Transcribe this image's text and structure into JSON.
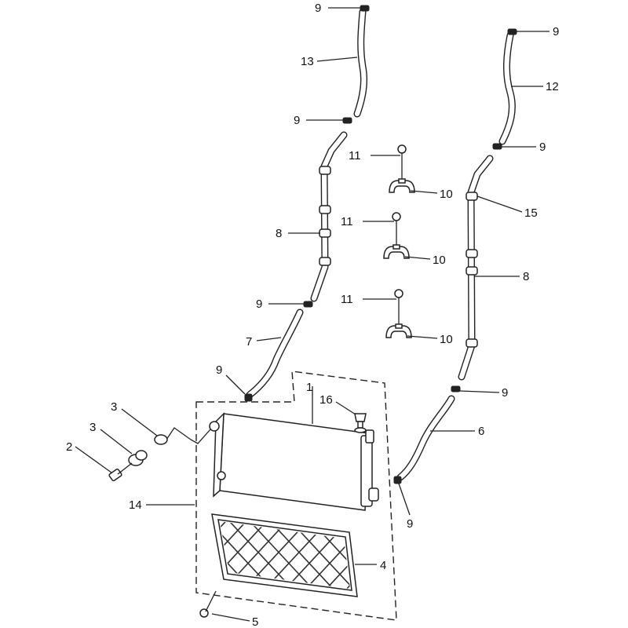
{
  "callouts": [
    {
      "id": "c-9-top",
      "text": "9"
    },
    {
      "id": "c-13",
      "text": "13"
    },
    {
      "id": "c-9-mid-left",
      "text": "9"
    },
    {
      "id": "c-8-left",
      "text": "8"
    },
    {
      "id": "c-9-left-lower",
      "text": "9"
    },
    {
      "id": "c-7",
      "text": "7"
    },
    {
      "id": "c-9-radiator-left",
      "text": "9"
    },
    {
      "id": "c-3-upper",
      "text": "3"
    },
    {
      "id": "c-3-lower",
      "text": "3"
    },
    {
      "id": "c-2",
      "text": "2"
    },
    {
      "id": "c-14",
      "text": "14"
    },
    {
      "id": "c-1",
      "text": "1"
    },
    {
      "id": "c-16",
      "text": "16"
    },
    {
      "id": "c-4",
      "text": "4"
    },
    {
      "id": "c-5",
      "text": "5"
    },
    {
      "id": "c-9-top-right",
      "text": "9"
    },
    {
      "id": "c-12",
      "text": "12"
    },
    {
      "id": "c-9-right-mid",
      "text": "9"
    },
    {
      "id": "c-15",
      "text": "15"
    },
    {
      "id": "c-8-right",
      "text": "8"
    },
    {
      "id": "c-9-right-lower",
      "text": "9"
    },
    {
      "id": "c-6",
      "text": "6"
    },
    {
      "id": "c-9-bottom-right",
      "text": "9"
    },
    {
      "id": "c-11-a",
      "text": "11"
    },
    {
      "id": "c-10-a",
      "text": "10"
    },
    {
      "id": "c-11-b",
      "text": "11"
    },
    {
      "id": "c-10-b",
      "text": "10"
    },
    {
      "id": "c-11-c",
      "text": "11"
    },
    {
      "id": "c-10-c",
      "text": "10"
    }
  ]
}
